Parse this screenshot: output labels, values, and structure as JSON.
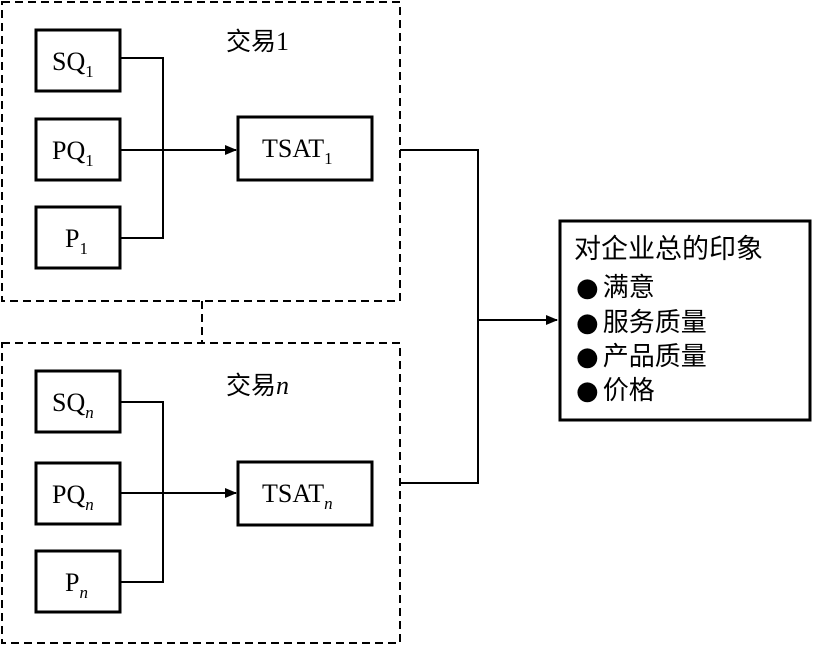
{
  "group1": {
    "title_text": "交易",
    "title_index": "1",
    "inputs": [
      {
        "base": "SQ",
        "sub": "1"
      },
      {
        "base": "PQ",
        "sub": "1"
      },
      {
        "base": "P",
        "sub": "1"
      }
    ],
    "output": {
      "base": "TSAT",
      "sub": "1"
    }
  },
  "group2": {
    "title_text": "交易",
    "title_index": "n",
    "inputs": [
      {
        "base": "SQ",
        "sub": "n"
      },
      {
        "base": "PQ",
        "sub": "n"
      },
      {
        "base": "P",
        "sub": "n"
      }
    ],
    "output": {
      "base": "TSAT",
      "sub": "n"
    }
  },
  "impression": {
    "title": "对企业总的印象",
    "bullet": "●",
    "items": [
      "满意",
      "服务质量",
      "产品质量",
      "价格"
    ]
  }
}
